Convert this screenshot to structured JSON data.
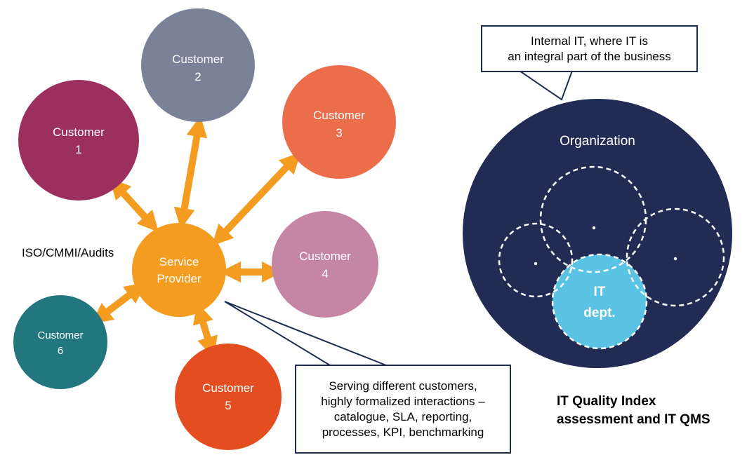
{
  "colors": {
    "customer1": "#9b2f5e",
    "customer2": "#7a8298",
    "customer3": "#ec6d4a",
    "customer4": "#c586a4",
    "customer5": "#e44d1f",
    "customer6": "#22777f",
    "service_provider": "#f39c1f",
    "arrow": "#f39c1f",
    "organization": "#212b54",
    "it_dept": "#5ac3e3",
    "callout_border": "#1f2d4f"
  },
  "left": {
    "customers": [
      {
        "id": "1",
        "line1": "Customer",
        "line2": "1"
      },
      {
        "id": "2",
        "line1": "Customer",
        "line2": "2"
      },
      {
        "id": "3",
        "line1": "Customer",
        "line2": "3"
      },
      {
        "id": "4",
        "line1": "Customer",
        "line2": "4"
      },
      {
        "id": "5",
        "line1": "Customer",
        "line2": "5"
      },
      {
        "id": "6",
        "line1": "Customer",
        "line2": "6"
      }
    ],
    "service_provider": {
      "line1": "Service",
      "line2": "Provider"
    },
    "audits_label": "ISO/CMMI/Audits",
    "callout": {
      "lines": [
        "Serving different customers,",
        "highly formalized interactions –",
        "catalogue, SLA, reporting,",
        "processes, KPI, benchmarking"
      ]
    }
  },
  "right": {
    "callout": {
      "lines": [
        "Internal IT, where IT is",
        "an integral part of the business"
      ]
    },
    "organization_label": "Organization",
    "it_dept": {
      "line1": "IT",
      "line2": "dept."
    },
    "caption": {
      "line1": "IT Quality Index",
      "line2": "assessment and IT QMS"
    }
  }
}
